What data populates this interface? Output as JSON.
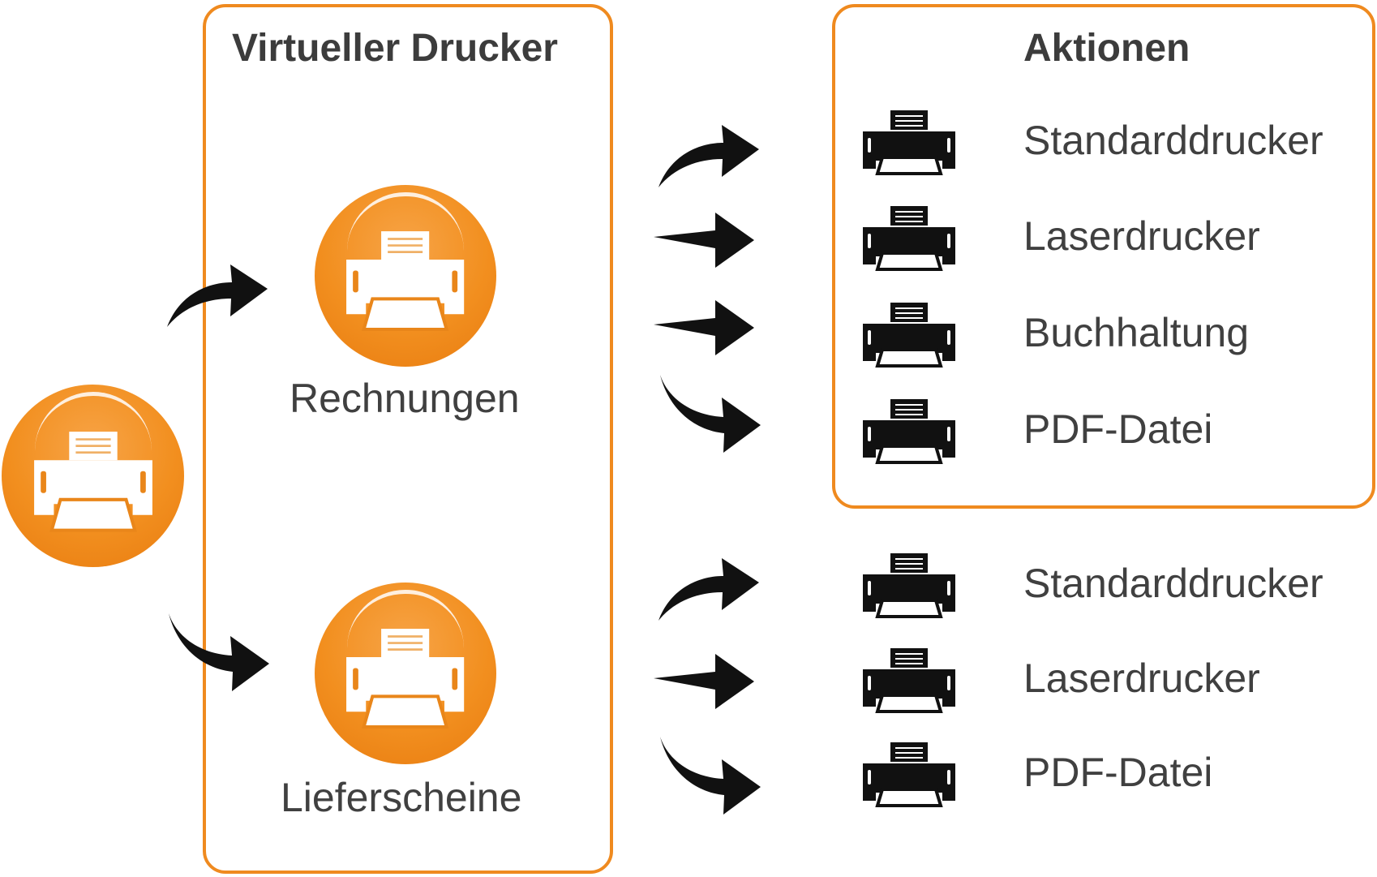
{
  "virtual_printer": {
    "title": "Virtueller Drucker",
    "printers": [
      {
        "label": "Rechnungen"
      },
      {
        "label": "Lieferscheine"
      }
    ]
  },
  "actions": {
    "title": "Aktionen",
    "group1": [
      "Standarddrucker",
      "Laserdrucker",
      "Buchhaltung",
      "PDF-Datei"
    ],
    "group2": [
      "Standarddrucker",
      "Laserdrucker",
      "PDF-Datei"
    ]
  },
  "colors": {
    "accent": "#ef8a1f",
    "arrow": "#111111",
    "text": "#404040"
  },
  "icons": {
    "source_printer": "printer-icon",
    "action_printer": "printer-icon",
    "connector": "curved-arrow-icon"
  }
}
